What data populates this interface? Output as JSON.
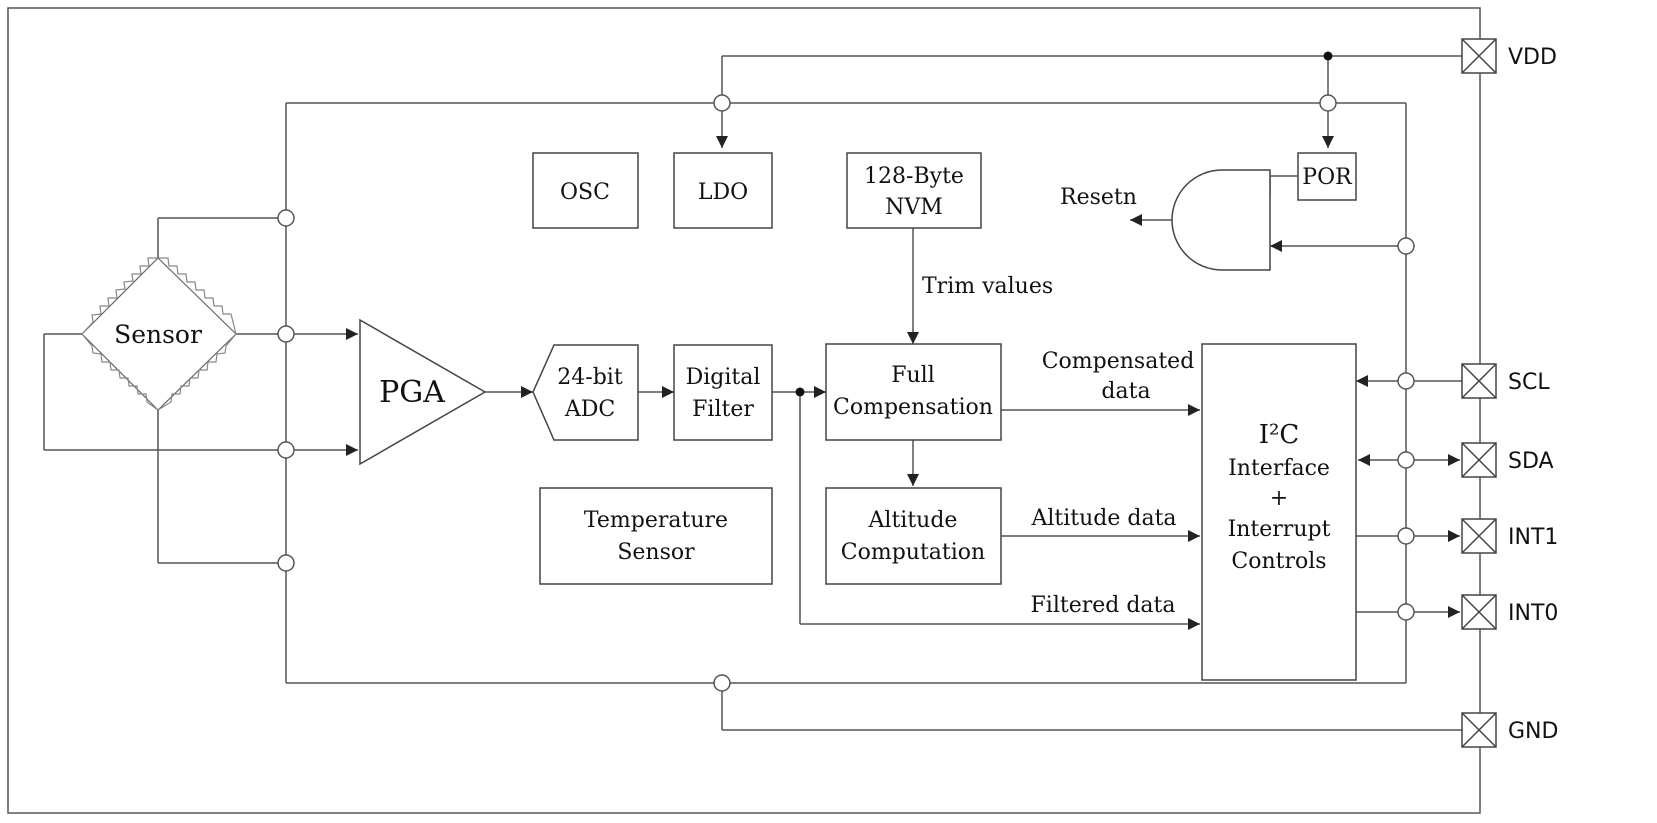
{
  "blocks": {
    "osc": "OSC",
    "ldo": "LDO",
    "nvm_line1": "128-Byte",
    "nvm_line2": "NVM",
    "por": "POR",
    "sensor": "Sensor",
    "pga": "PGA",
    "adc_line1": "24-bit",
    "adc_line2": "ADC",
    "filter_line1": "Digital",
    "filter_line2": "Filter",
    "fullcomp_line1": "Full",
    "fullcomp_line2": "Compensation",
    "altitude_line1": "Altitude",
    "altitude_line2": "Computation",
    "temp_line1": "Temperature",
    "temp_line2": "Sensor",
    "i2c_line1": "I²C",
    "i2c_line2": "Interface",
    "i2c_line3": "+",
    "i2c_line4": "Interrupt",
    "i2c_line5": "Controls"
  },
  "signals": {
    "resetn": "Resetn",
    "trim": "Trim values",
    "compensated_line1": "Compensated",
    "compensated_line2": "data",
    "altitude_data": "Altitude data",
    "filtered_data": "Filtered data"
  },
  "pins": {
    "vdd": "VDD",
    "scl": "SCL",
    "sda": "SDA",
    "int1": "INT1",
    "int0": "INT0",
    "gnd": "GND"
  }
}
